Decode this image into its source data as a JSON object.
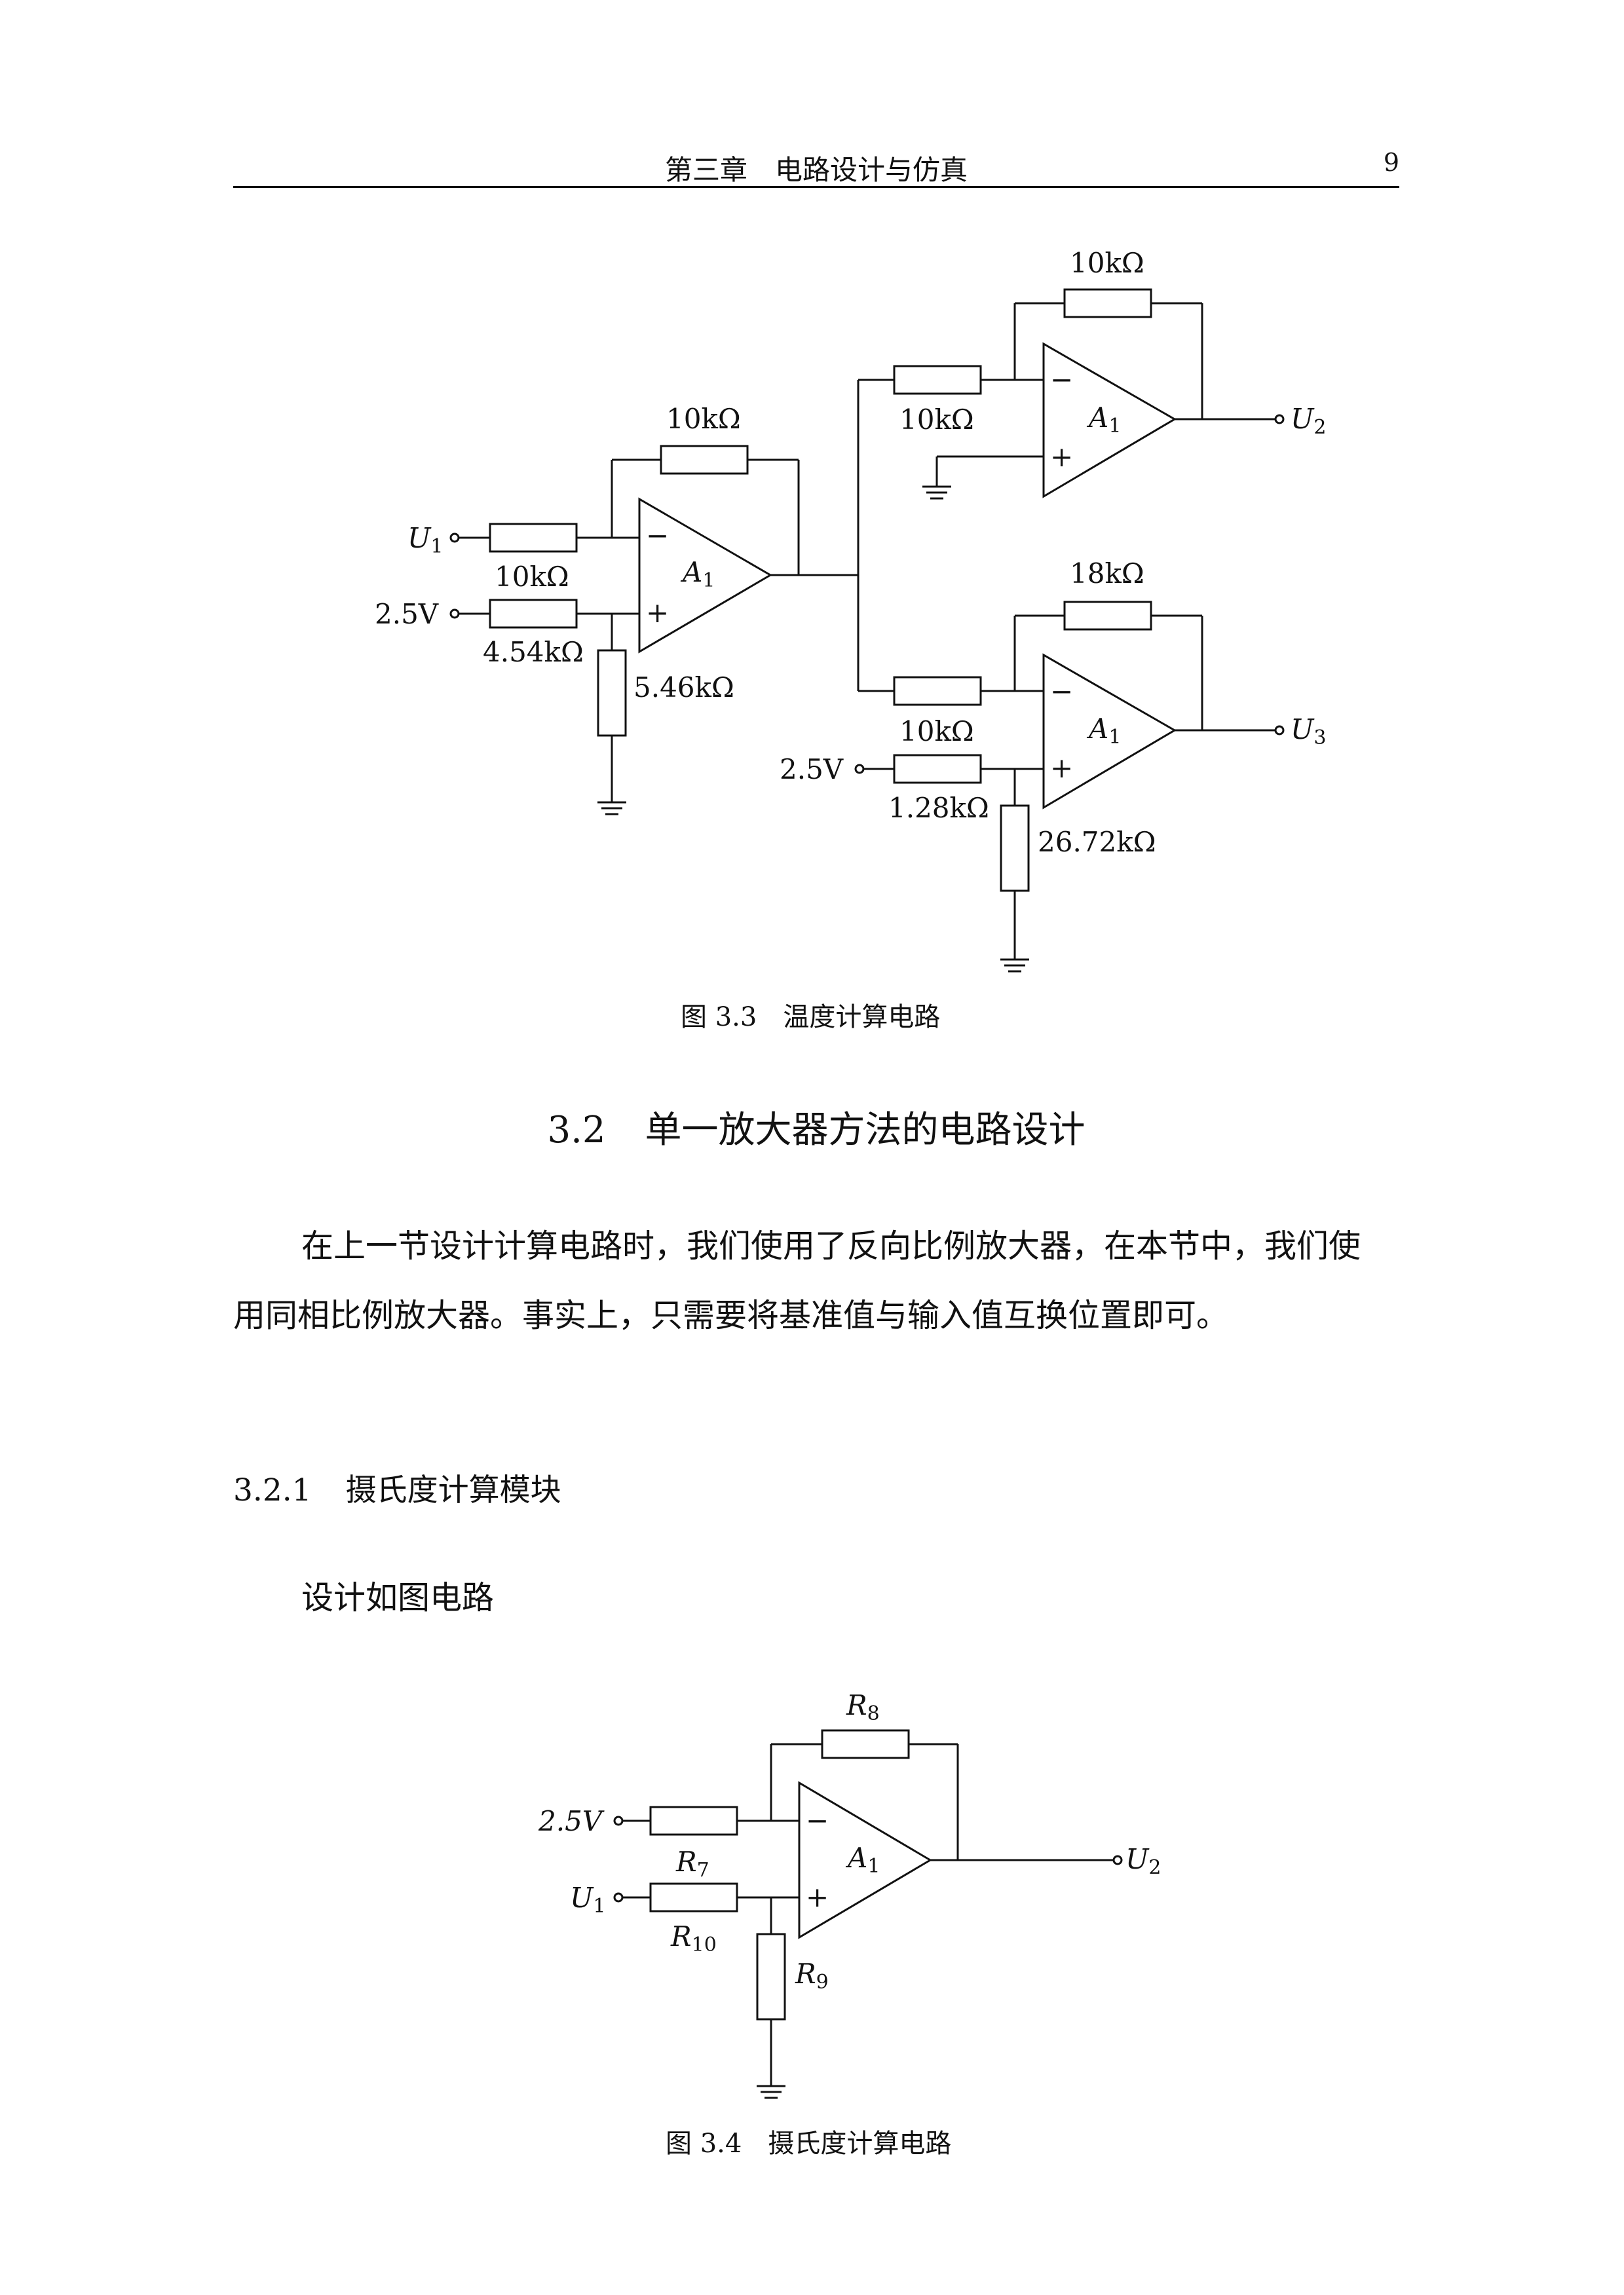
{
  "header": {
    "title": "第三章　电路设计与仿真",
    "page_number": "9"
  },
  "figure_3_3": {
    "caption_number": "图 3.3",
    "caption_text": "温度计算电路",
    "labels": {
      "in_u1": "U",
      "in_u1_sub": "1",
      "in_25v_a": "2.5V",
      "r_in": "10kΩ",
      "r_fb_first": "10kΩ",
      "r_bias_series": "4.54kΩ",
      "r_bias_ground": "5.46kΩ",
      "amp_first": "A",
      "amp_first_sub": "1",
      "r_fb_top": "10kΩ",
      "r_in_top": "10kΩ",
      "amp_top": "A",
      "amp_top_sub": "1",
      "out_u2": "U",
      "out_u2_sub": "2",
      "r_fb_bottom": "18kΩ",
      "r_in_bottom": "10kΩ",
      "in_25v_b": "2.5V",
      "r_bias2_series": "1.28kΩ",
      "r_bias2_ground": "26.72kΩ",
      "amp_bottom": "A",
      "amp_bottom_sub": "1",
      "out_u3": "U",
      "out_u3_sub": "3",
      "minus": "−",
      "plus": "+"
    }
  },
  "section": {
    "number": "3.2",
    "title": "单一放大器方法的电路设计"
  },
  "paragraph": {
    "line1": "在上一节设计计算电路时，我们使用了反向比例放大器，在本节中，我们使",
    "line2": "用同相比例放大器。事实上，只需要将基准值与输入值互换位置即可。"
  },
  "subsection": {
    "number": "3.2.1",
    "title": "摄氏度计算模块"
  },
  "lead_text": "设计如图电路",
  "figure_3_4": {
    "caption_number": "图 3.4",
    "caption_text": "摄氏度计算电路",
    "labels": {
      "in_25v": "2.5V",
      "in_u1": "U",
      "in_u1_sub": "1",
      "r_fb": "R",
      "r_fb_sub": "8",
      "r_top_in": "R",
      "r_top_in_sub": "7",
      "r_bottom_in": "R",
      "r_bottom_in_sub": "10",
      "r_ground": "R",
      "r_ground_sub": "9",
      "amp": "A",
      "amp_sub": "1",
      "out_u2": "U",
      "out_u2_sub": "2",
      "minus": "−",
      "plus": "+"
    }
  }
}
